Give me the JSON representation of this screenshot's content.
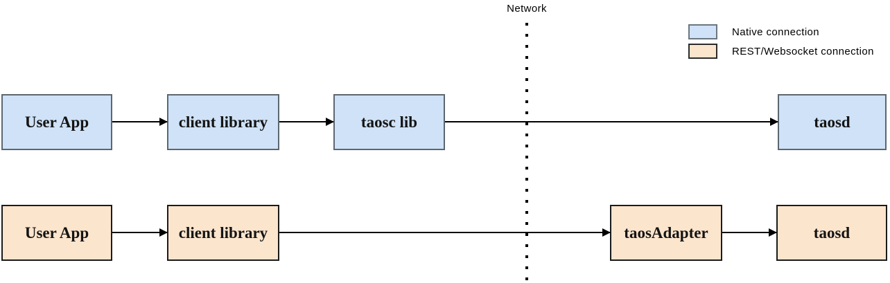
{
  "network_label": "Network",
  "legend": {
    "native": {
      "label": "Native connection",
      "swatch_color": "#cfe2f7"
    },
    "rest": {
      "label": "REST/Websocket connection",
      "swatch_color": "#fce5cd"
    }
  },
  "nodes": {
    "native": {
      "user_app": "User App",
      "client_library": "client library",
      "taosc_lib": "taosc lib",
      "taosd": "taosd"
    },
    "rest": {
      "user_app": "User App",
      "client_library": "client library",
      "taosadapter": "taosAdapter",
      "taosd": "taosd"
    }
  },
  "connections": [
    {
      "row": "native",
      "from": "User App",
      "to": "client library",
      "crosses_network": false
    },
    {
      "row": "native",
      "from": "client library",
      "to": "taosc lib",
      "crosses_network": false
    },
    {
      "row": "native",
      "from": "taosc lib",
      "to": "taosd",
      "crosses_network": true
    },
    {
      "row": "rest",
      "from": "User App",
      "to": "client library",
      "crosses_network": false
    },
    {
      "row": "rest",
      "from": "client library",
      "to": "taosAdapter",
      "crosses_network": true
    },
    {
      "row": "rest",
      "from": "taosAdapter",
      "to": "taosd",
      "crosses_network": false
    }
  ],
  "colors": {
    "native_fill": "#cfe2f7",
    "native_border": "#5c6670",
    "rest_fill": "#fce5cd",
    "rest_border": "#1a1a1a",
    "arrow": "#000000",
    "background": "#ffffff"
  }
}
